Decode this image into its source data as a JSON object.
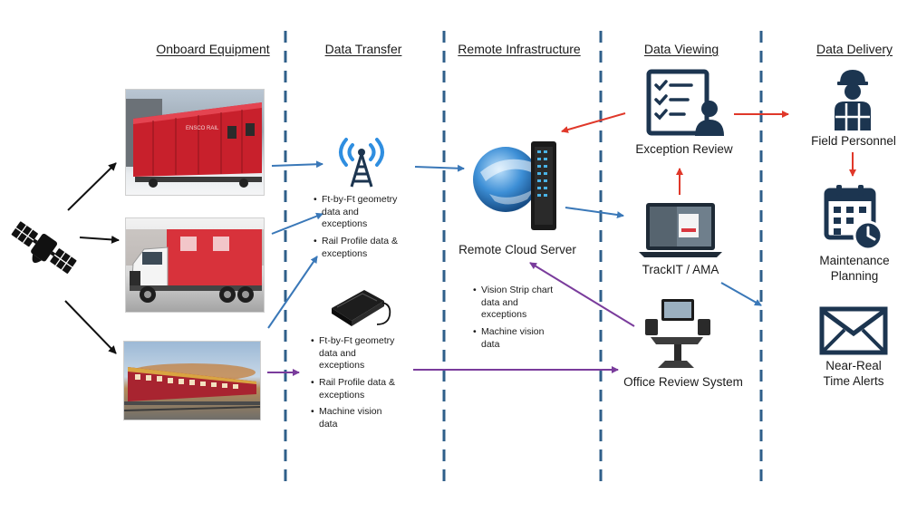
{
  "columns": [
    {
      "id": "onboard",
      "label": "Onboard Equipment"
    },
    {
      "id": "transfer",
      "label": "Data Transfer"
    },
    {
      "id": "remote",
      "label": "Remote Infrastructure"
    },
    {
      "id": "viewing",
      "label": "Data Viewing"
    },
    {
      "id": "delivery",
      "label": "Data Delivery"
    }
  ],
  "nodes": {
    "cloud_server": "Remote Cloud Server",
    "exception_review": "Exception Review",
    "trackit": "TrackIT / AMA",
    "office_review": "Office Review System",
    "field_personnel": "Field Personnel",
    "maintenance_planning": [
      "Maintenance",
      "Planning"
    ],
    "alerts": [
      "Near-Real",
      "Time Alerts"
    ]
  },
  "car_lettering": "ENSCO RAIL",
  "wireless_bullets": [
    [
      "Ft-by-Ft geometry",
      "data and",
      "exceptions"
    ],
    [
      "Rail Profile data &",
      "exceptions"
    ]
  ],
  "drive_bullets": [
    [
      "Ft-by-Ft geometry",
      "data and",
      "exceptions"
    ],
    [
      "Rail Profile data &",
      "exceptions"
    ],
    [
      "Machine vision",
      "data"
    ]
  ],
  "server_bullets": [
    [
      "Vision Strip chart",
      "data and",
      "exceptions"
    ],
    [
      "Machine vision",
      "data"
    ]
  ],
  "colors": {
    "divider": "#2f5f8a",
    "blue_arrow": "#3a78b8",
    "red_arrow": "#e0382a",
    "purple_arrow": "#7a3c9c",
    "black_arrow": "#111111",
    "navy_icon": "#1c3550"
  }
}
